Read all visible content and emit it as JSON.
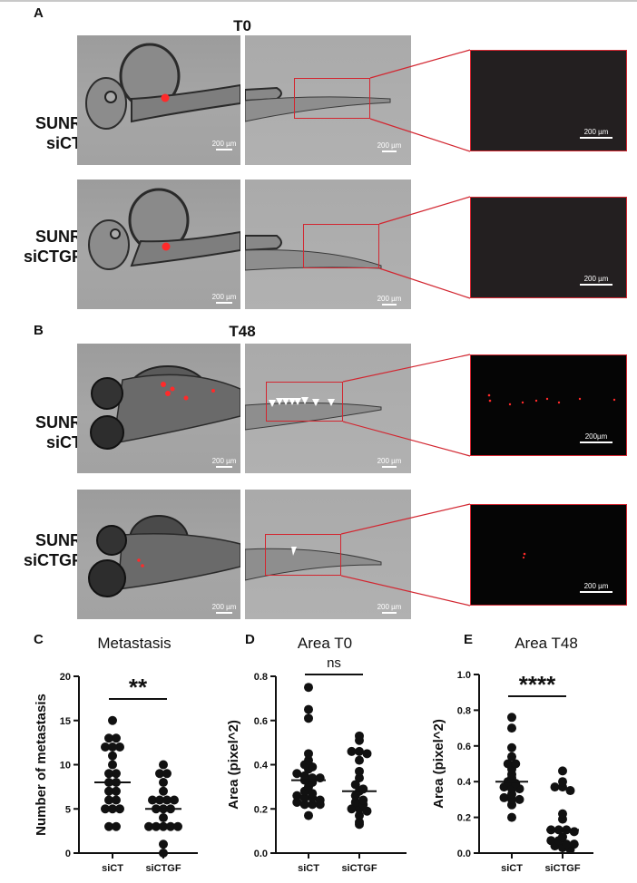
{
  "figure": {
    "panels": {
      "A": {
        "letter": "A",
        "timepoint": "T0"
      },
      "B": {
        "letter": "B",
        "timepoint": "T48"
      },
      "C": {
        "letter": "C"
      },
      "D": {
        "letter": "D"
      },
      "E": {
        "letter": "E"
      }
    },
    "rows": [
      {
        "line1": "SUNR",
        "line2": "siCT"
      },
      {
        "line1": "SUNR",
        "line2": "siCTGF"
      },
      {
        "line1": "SUNR",
        "line2": "siCT"
      },
      {
        "line1": "SUNR",
        "line2": "siCTGF"
      }
    ],
    "scalebars": {
      "standard": "200 µm",
      "compact": "200µm"
    },
    "colors": {
      "roi_red": "#d22630",
      "point": "#111111",
      "fluor_red": "#ff2a2a"
    }
  },
  "chart_data": [
    {
      "panel": "C",
      "type": "scatter",
      "title": "Metastasis",
      "xlabel": "",
      "ylabel": "Number of metastasis",
      "categories": [
        "siCT",
        "siCTGF"
      ],
      "ylim": [
        0,
        20
      ],
      "yticks": [
        "0",
        "5",
        "10",
        "15",
        "20"
      ],
      "series": [
        {
          "name": "siCT",
          "values": [
            15,
            13,
            13,
            12,
            12,
            12,
            11,
            10,
            9,
            9,
            8,
            8,
            7,
            7,
            6,
            6,
            5,
            5,
            5,
            3,
            3
          ],
          "median": 8
        },
        {
          "name": "siCTGF",
          "values": [
            10,
            9,
            9,
            8,
            7,
            6,
            6,
            6,
            6,
            5,
            5,
            5,
            4,
            3,
            3,
            3,
            3,
            3,
            1,
            0
          ],
          "median": 5
        }
      ],
      "significance": "**",
      "grid": false
    },
    {
      "panel": "D",
      "type": "scatter",
      "title": "Area T0",
      "xlabel": "",
      "ylabel": "Area (pixel^2)",
      "categories": [
        "siCT",
        "siCTGF"
      ],
      "ylim": [
        0,
        0.8
      ],
      "yticks": [
        "0.0",
        "0.2",
        "0.4",
        "0.6",
        "0.8"
      ],
      "series": [
        {
          "name": "siCT",
          "values": [
            0.75,
            0.65,
            0.61,
            0.45,
            0.42,
            0.4,
            0.39,
            0.38,
            0.36,
            0.35,
            0.34,
            0.34,
            0.33,
            0.32,
            0.3,
            0.28,
            0.27,
            0.26,
            0.25,
            0.25,
            0.24,
            0.23,
            0.22,
            0.22,
            0.22,
            0.17
          ],
          "median": 0.33
        },
        {
          "name": "siCTGF",
          "values": [
            0.53,
            0.51,
            0.46,
            0.46,
            0.45,
            0.42,
            0.37,
            0.34,
            0.31,
            0.29,
            0.28,
            0.26,
            0.24,
            0.23,
            0.22,
            0.2,
            0.2,
            0.19,
            0.17,
            0.14,
            0.13
          ],
          "median": 0.28
        }
      ],
      "significance": "ns",
      "grid": false
    },
    {
      "panel": "E",
      "type": "scatter",
      "title": "Area T48",
      "xlabel": "",
      "ylabel": "Area (pixel^2)",
      "categories": [
        "siCT",
        "siCTGF"
      ],
      "ylim": [
        0,
        1.0
      ],
      "yticks": [
        "0.0",
        "0.2",
        "0.4",
        "0.6",
        "0.8",
        "1.0"
      ],
      "series": [
        {
          "name": "siCT",
          "values": [
            0.76,
            0.7,
            0.59,
            0.54,
            0.5,
            0.5,
            0.47,
            0.44,
            0.42,
            0.4,
            0.39,
            0.37,
            0.36,
            0.36,
            0.33,
            0.31,
            0.3,
            0.3,
            0.27,
            0.2
          ],
          "median": 0.4
        },
        {
          "name": "siCTGF",
          "values": [
            0.46,
            0.4,
            0.37,
            0.37,
            0.35,
            0.22,
            0.19,
            0.13,
            0.13,
            0.13,
            0.12,
            0.09,
            0.07,
            0.07,
            0.05,
            0.05,
            0.04,
            0.03,
            0.02
          ],
          "median": 0.13
        }
      ],
      "significance": "****",
      "grid": false
    }
  ]
}
